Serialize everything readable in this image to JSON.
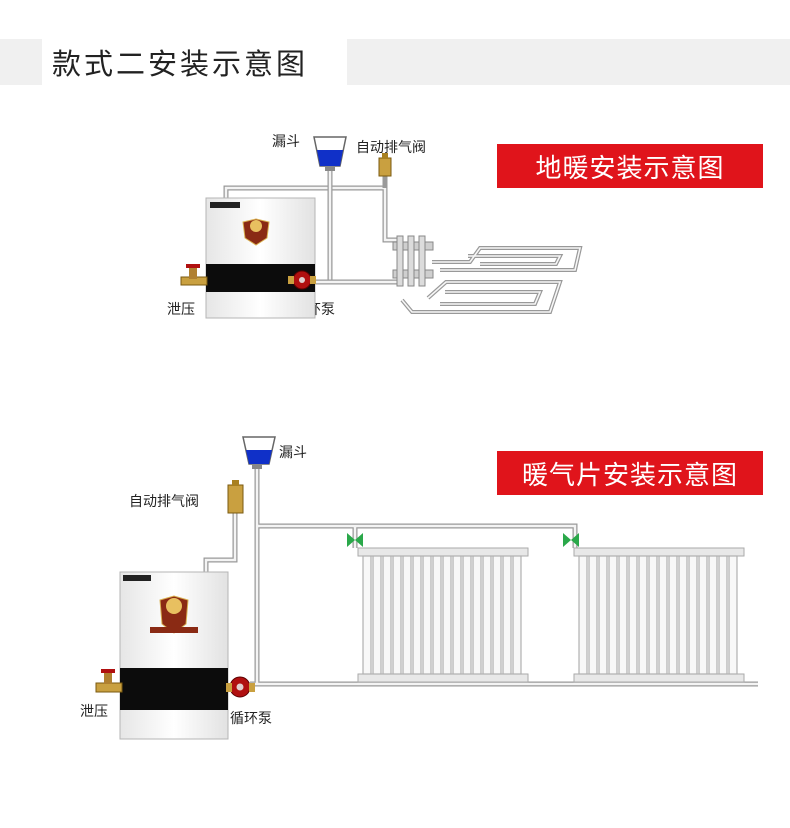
{
  "header": {
    "title": "款式二安装示意图"
  },
  "floor_section": {
    "banner": "地暖安装示意图",
    "labels": {
      "funnel": "漏斗",
      "air_valve": "自动排气阀",
      "pressure_relief": "泄压",
      "pump": "循环泵"
    }
  },
  "radiator_section": {
    "banner": "暖气片安装示意图",
    "labels": {
      "funnel": "漏斗",
      "air_valve": "自动排气阀",
      "pressure_relief": "泄压",
      "pump": "循环泵"
    }
  },
  "colors": {
    "banner_red": "#e0141b",
    "water_blue": "#1030c8",
    "valve_brass": "#c9a040",
    "pump_red": "#b01010",
    "valve_green": "#2aa84a",
    "boiler_panel": "#0c0c0c"
  }
}
